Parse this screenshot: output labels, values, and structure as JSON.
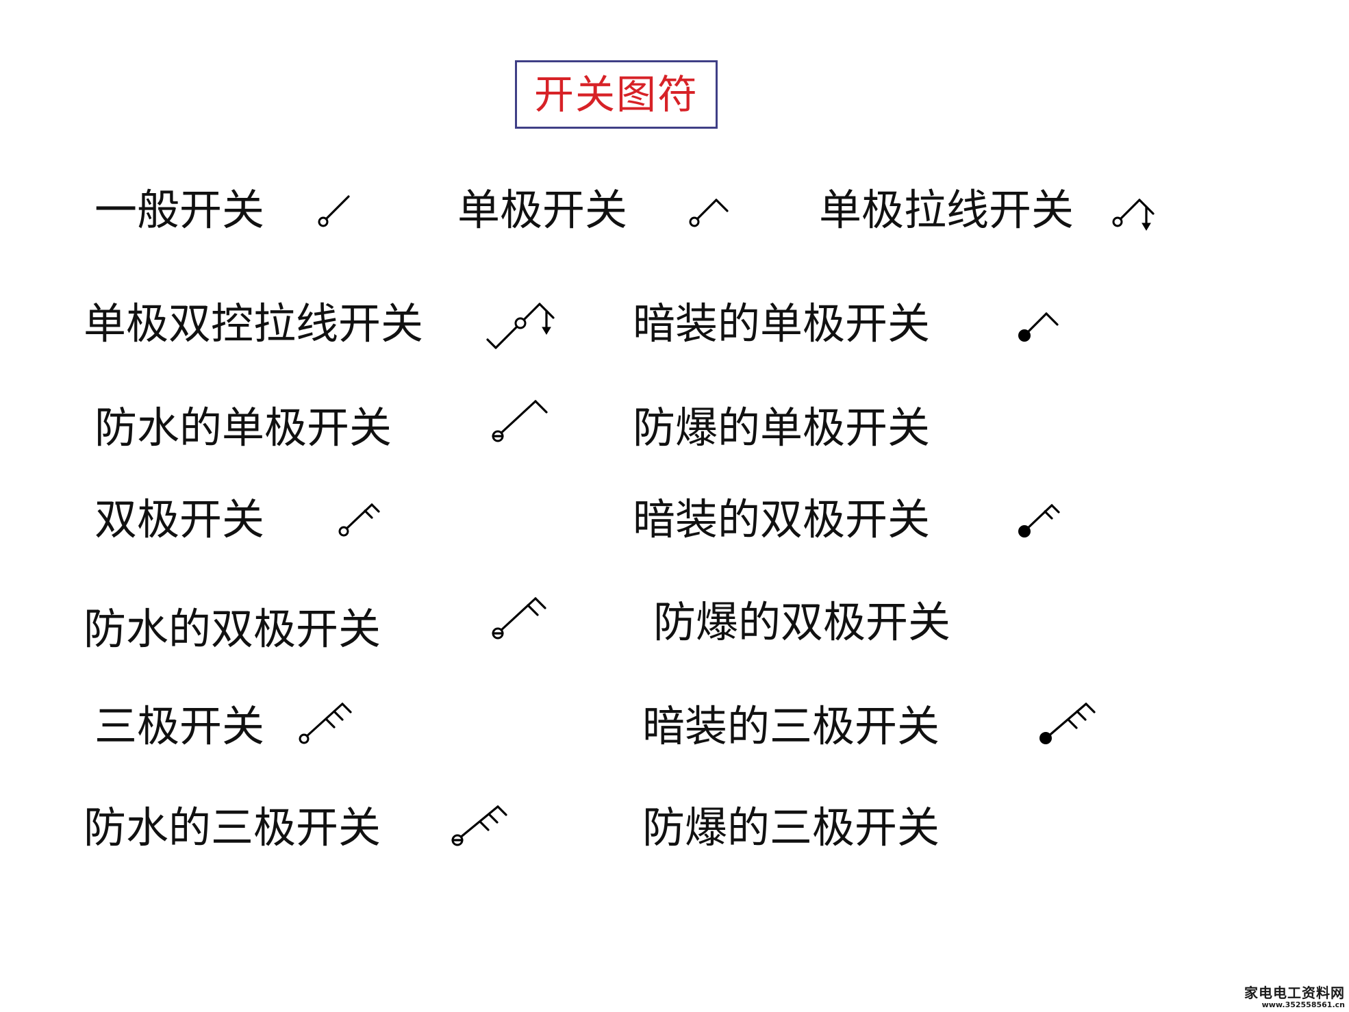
{
  "title": "开关图符",
  "title_color": "#d72227",
  "title_border_color": "#3f3f86",
  "items": [
    {
      "label": "一般开关",
      "symbol": "general-switch-icon"
    },
    {
      "label": "单极开关",
      "symbol": "single-pole-switch-icon"
    },
    {
      "label": "单极拉线开关",
      "symbol": "single-pole-pull-cord-switch-icon"
    },
    {
      "label": "单极双控拉线开关",
      "symbol": "single-pole-two-way-pull-cord-switch-icon"
    },
    {
      "label": "暗装的单极开关",
      "symbol": "concealed-single-pole-switch-icon"
    },
    {
      "label": "防水的单极开关",
      "symbol": "waterproof-single-pole-switch-icon"
    },
    {
      "label": "防爆的单极开关",
      "symbol": ""
    },
    {
      "label": "双极开关",
      "symbol": "double-pole-switch-icon"
    },
    {
      "label": "暗装的双极开关",
      "symbol": "concealed-double-pole-switch-icon"
    },
    {
      "label": "防水的双极开关",
      "symbol": "waterproof-double-pole-switch-icon"
    },
    {
      "label": "防爆的双极开关",
      "symbol": ""
    },
    {
      "label": "三极开关",
      "symbol": "triple-pole-switch-icon"
    },
    {
      "label": "暗装的三极开关",
      "symbol": "concealed-triple-pole-switch-icon"
    },
    {
      "label": "防水的三极开关",
      "symbol": "waterproof-triple-pole-switch-icon"
    },
    {
      "label": "防爆的三极开关",
      "symbol": ""
    }
  ],
  "watermark": {
    "site_name": "家电电工资料网",
    "url": "www.352558561.cn"
  }
}
